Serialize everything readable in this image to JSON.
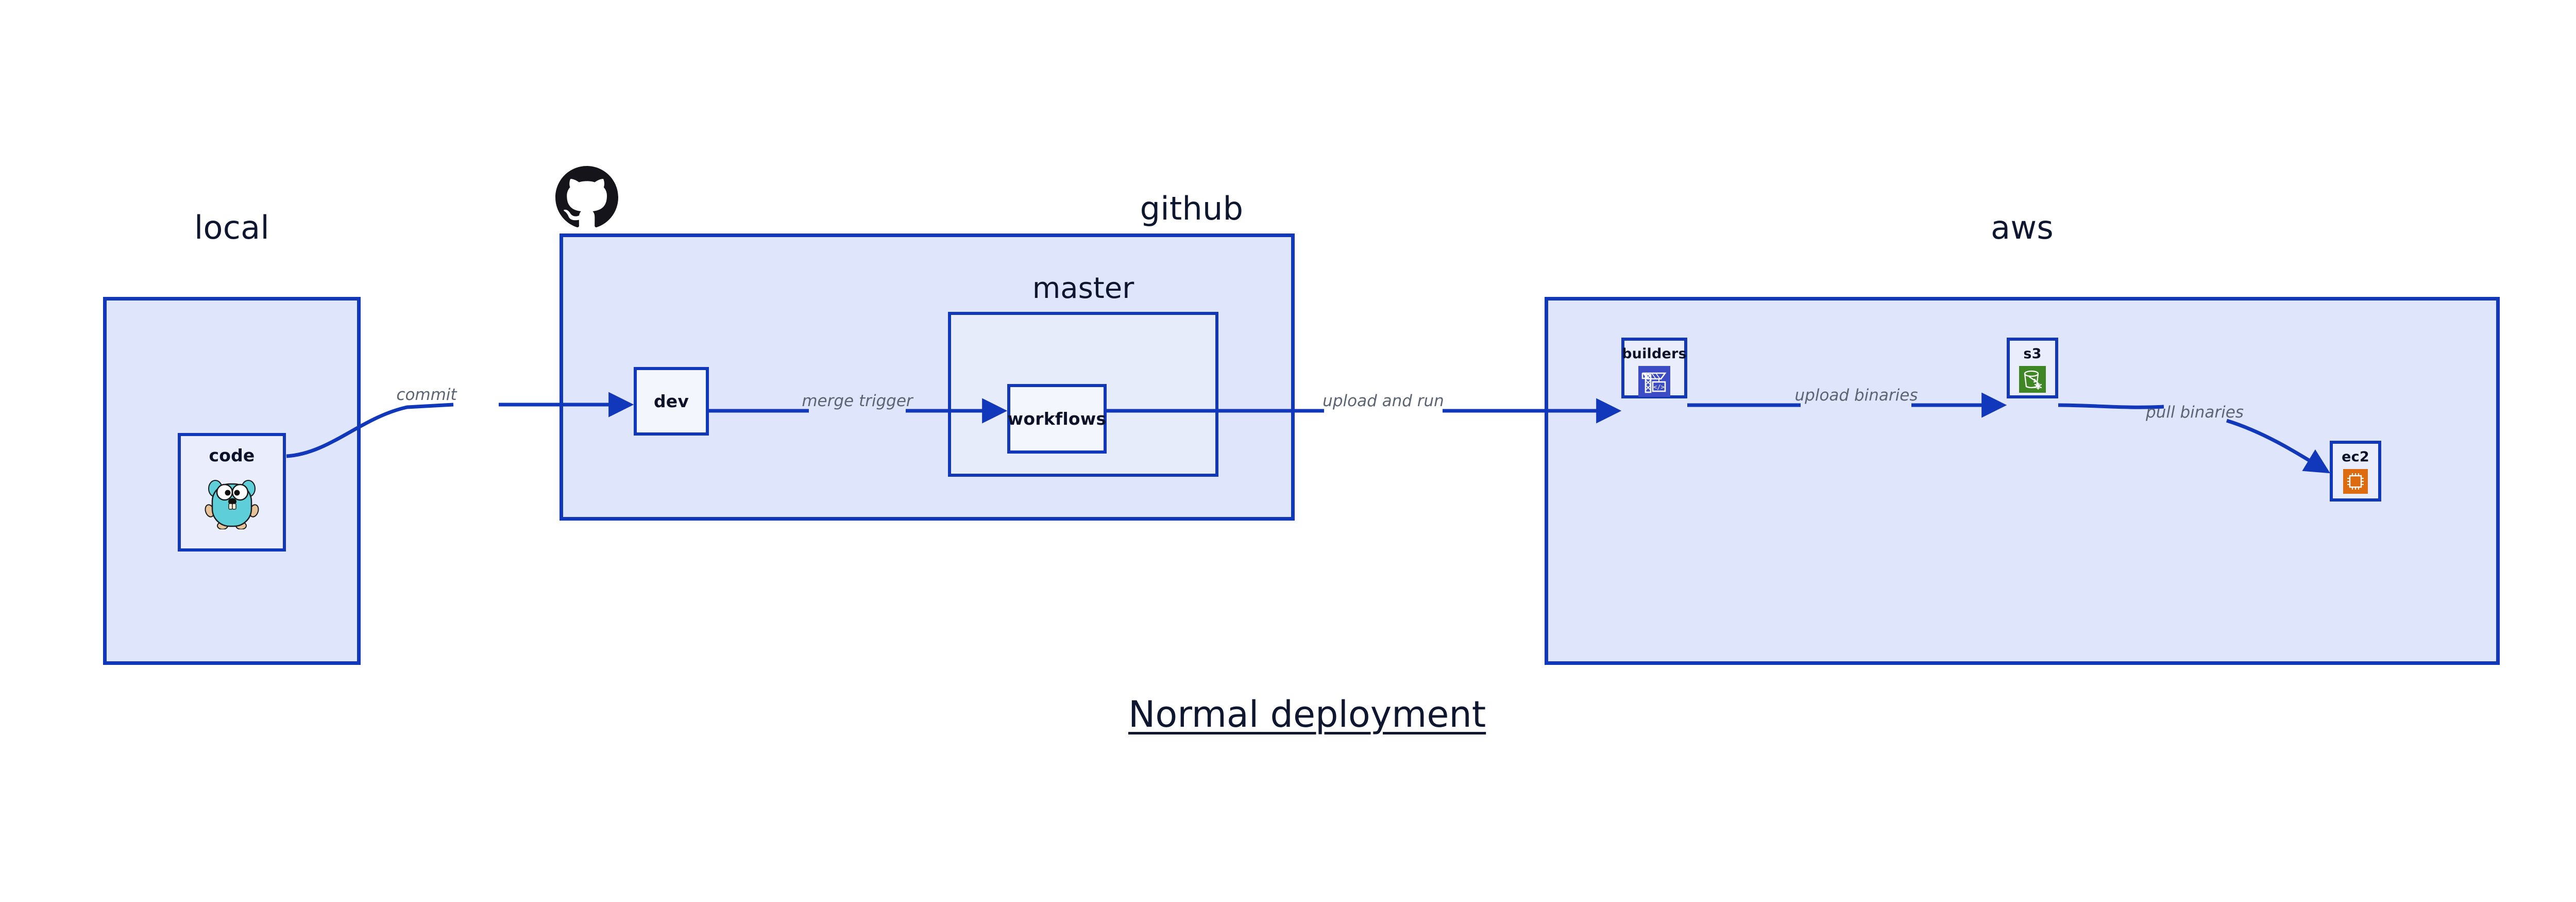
{
  "diagram": {
    "caption": "Normal deployment",
    "accent_border": "#1138bb",
    "group_fill": "#dfe5fa",
    "node_fill": "#eaeefc",
    "edge_label_color": "#5c6472"
  },
  "groups": [
    {
      "id": "local",
      "title": "local"
    },
    {
      "id": "github",
      "title": "github"
    },
    {
      "id": "aws",
      "title": "aws"
    }
  ],
  "subgroups": [
    {
      "id": "master",
      "title": "master"
    }
  ],
  "nodes": [
    {
      "id": "code",
      "label": "code",
      "icon": "go-gopher-icon"
    },
    {
      "id": "dev",
      "label": "dev",
      "icon": "none"
    },
    {
      "id": "workflows",
      "label": "workflows",
      "icon": "none"
    },
    {
      "id": "builders",
      "label": "builders",
      "icon": "aws-codebuild-icon",
      "icon_color": "#3c4cc4"
    },
    {
      "id": "s3",
      "label": "s3",
      "icon": "aws-s3-glacier-icon",
      "icon_color": "#3f8624"
    },
    {
      "id": "ec2",
      "label": "ec2",
      "icon": "aws-ec2-icon",
      "icon_color": "#dd6b10"
    }
  ],
  "edges": [
    {
      "id": "commit",
      "label": "commit",
      "from": "code",
      "to": "dev"
    },
    {
      "id": "merge-trigger",
      "label": "merge trigger",
      "from": "dev",
      "to": "workflows"
    },
    {
      "id": "upload-and-run",
      "label": "upload and run",
      "from": "workflows",
      "to": "builders"
    },
    {
      "id": "upload-binaries",
      "label": "upload binaries",
      "from": "builders",
      "to": "s3"
    },
    {
      "id": "pull-binaries",
      "label": "pull binaries",
      "from": "s3",
      "to": "ec2"
    }
  ],
  "logos": [
    {
      "id": "github-logo",
      "name": "github-mark-icon"
    }
  ]
}
